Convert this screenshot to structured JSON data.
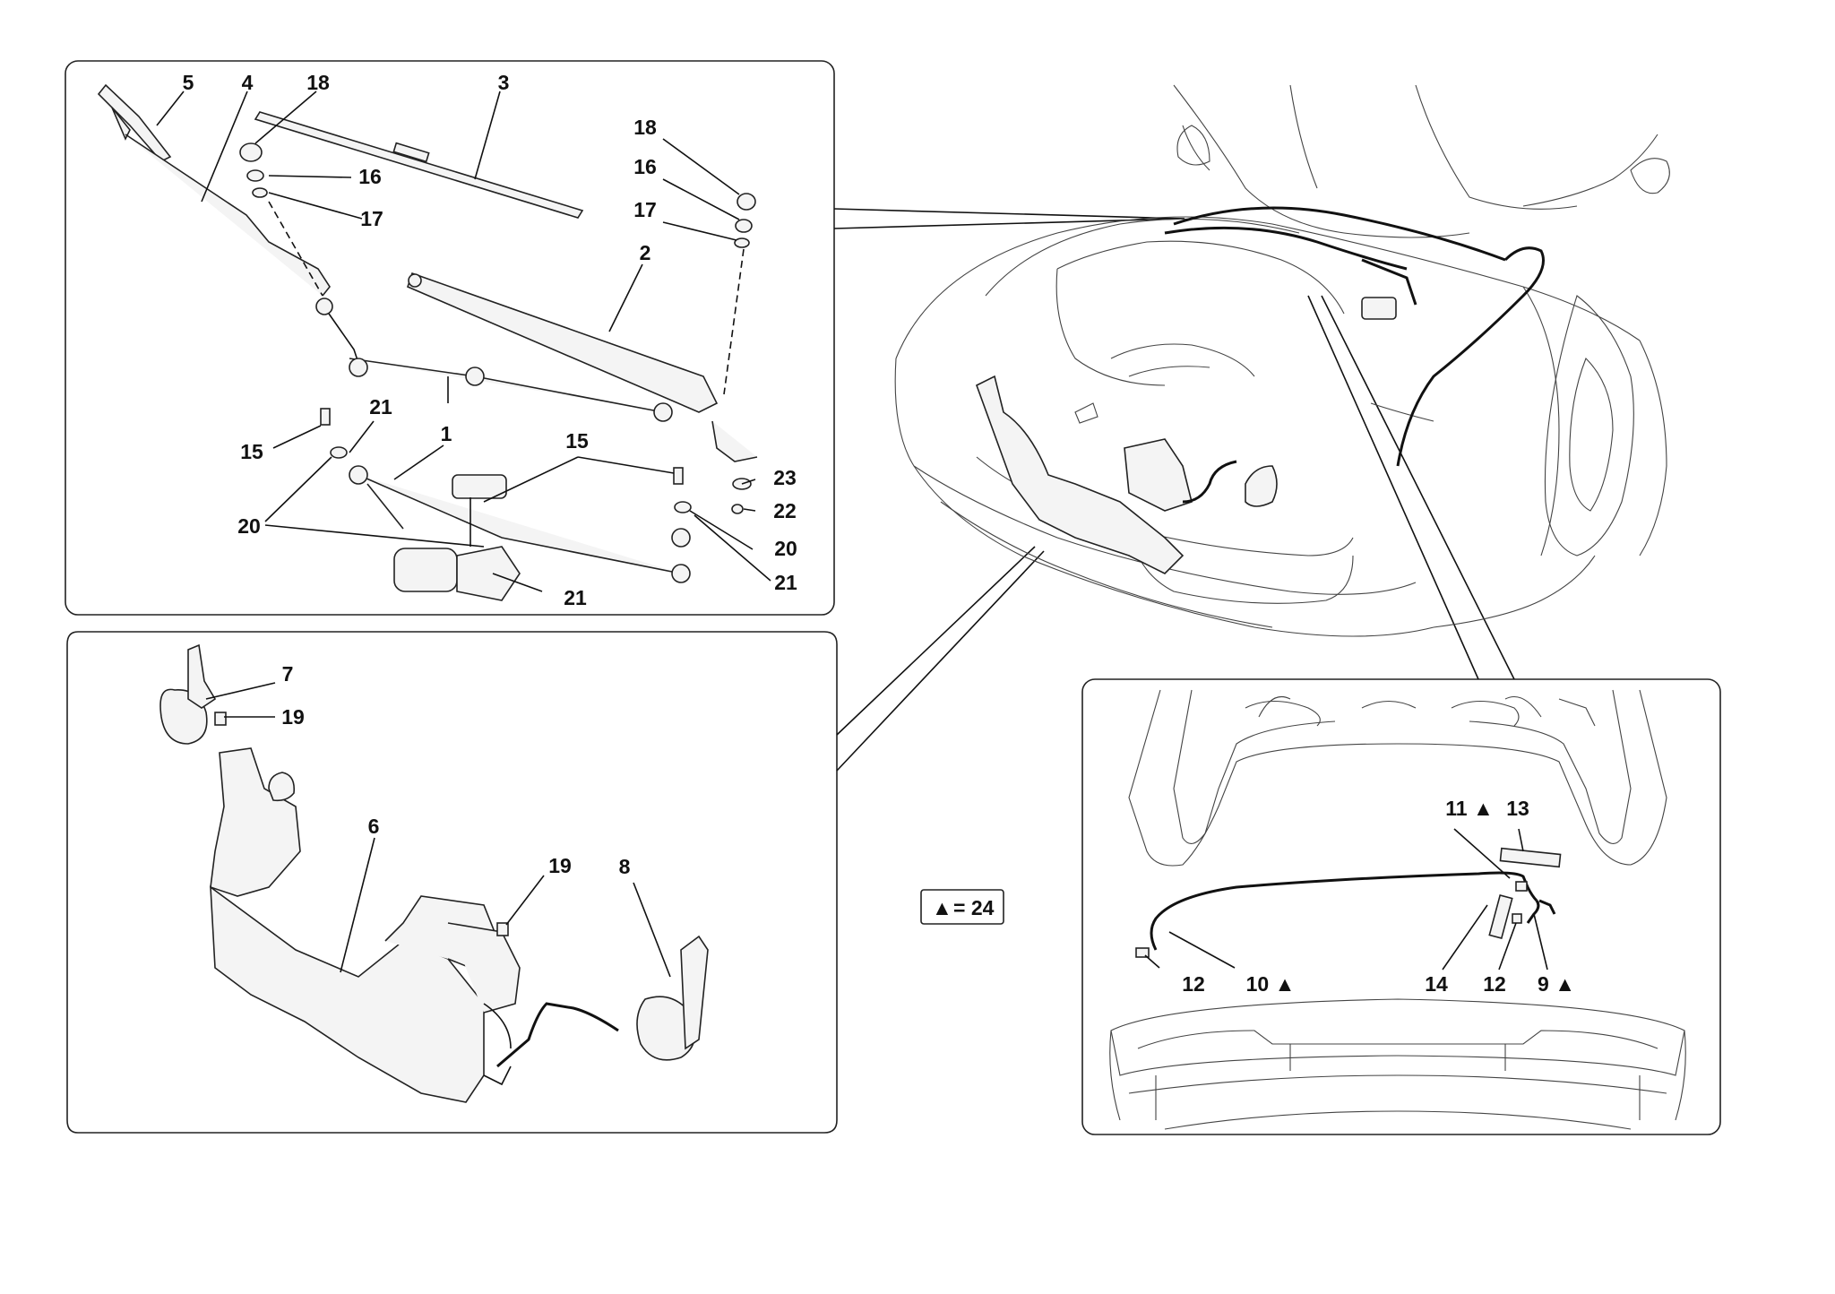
{
  "legend": {
    "symbol": "▲",
    "value": "= 24"
  },
  "wiper_panel": {
    "labels": [
      "5",
      "4",
      "18",
      "3",
      "18",
      "16",
      "17",
      "16",
      "17",
      "2",
      "1",
      "15",
      "21",
      "15",
      "20",
      "21",
      "20",
      "21",
      "23",
      "22"
    ]
  },
  "washer_panel": {
    "labels": [
      "7",
      "19",
      "6",
      "19",
      "8"
    ]
  },
  "hood_panel": {
    "labels": [
      "11 ▲",
      "13",
      "12",
      "10 ▲",
      "14",
      "12",
      "9 ▲"
    ]
  }
}
